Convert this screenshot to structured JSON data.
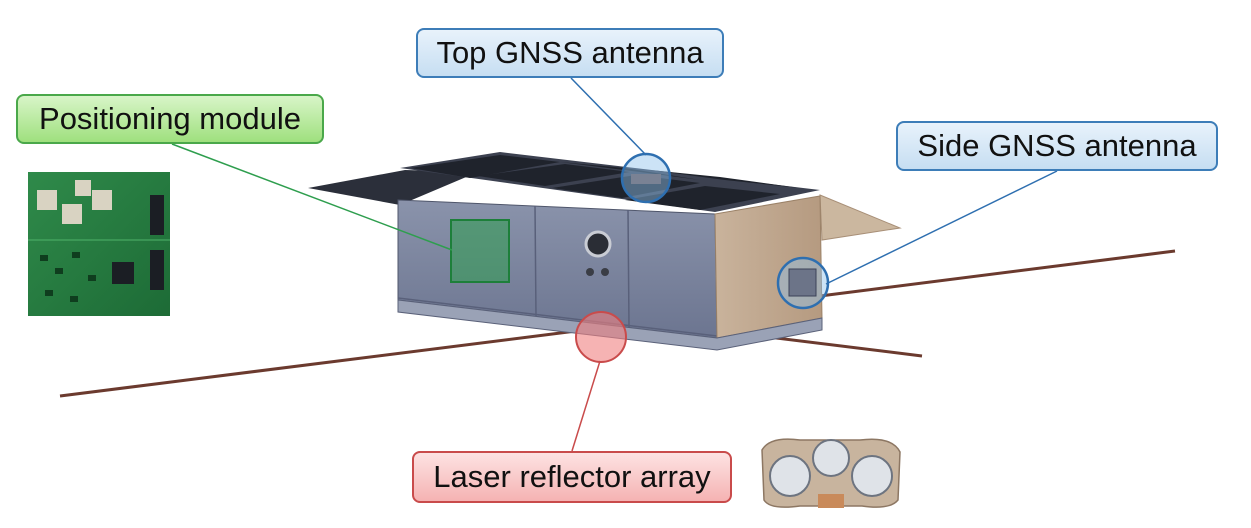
{
  "labels": {
    "top_gnss_antenna": "Top GNSS antenna",
    "positioning_module": "Positioning module",
    "side_gnss_antenna": "Side GNSS antenna",
    "laser_reflector_array": "Laser reflector array"
  },
  "colors": {
    "gnss_blue": "#3d7db8",
    "module_green": "#2e9e4e",
    "laser_red": "#c94b4b"
  }
}
